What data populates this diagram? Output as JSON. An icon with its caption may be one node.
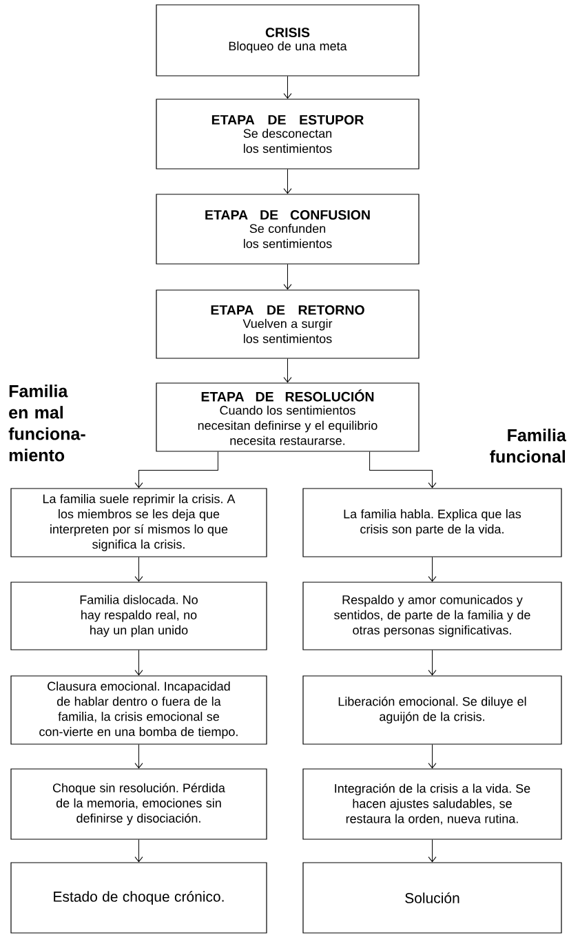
{
  "diagram": {
    "nodes": [
      {
        "text": [
          "CRISIS",
          "Bloqueo de una meta"
        ]
      },
      {
        "text": [
          "ETAPA DE ESTUPOR",
          "Se desconectan los sentimientos"
        ]
      },
      {
        "text": [
          "ETAPA DE CONFUSION",
          "Se confunden los sentimientos"
        ]
      },
      {
        "text": [
          "ETAPA DE RETORNO",
          "Vuelven a surgir los sentimientos"
        ]
      },
      {
        "text": [
          "ETAPA DE RESOLUCIÓN",
          "Cuando los sentimientos necesitan definirse y el equilibrio necesita restaurarse."
        ]
      },
      {
        "text": [
          "La familia suele reprimir la crisis. A los miembros se les deja que interpreten por sí mismos lo que significa la crisis."
        ]
      },
      {
        "text": [
          "Familia dislocada. No hay respaldo real, no hay un plan unido"
        ]
      },
      {
        "text": [
          "Clausura emocional. Incapacidad de hablar dentro o fuera de la familia, la crisis emocional se con-vierte en una bomba de tiempo."
        ]
      },
      {
        "text": [
          "Choque sin resolución. Pérdida de la memoria, emociones sin definirse y disociación."
        ]
      },
      {
        "text": [
          "Estado de choque crónico."
        ]
      },
      {
        "text": [
          "La familia habla. Explica que las crisis son parte de la vida."
        ]
      },
      {
        "text": [
          "Respaldo y amor comunicados y sentidos, de parte de la familia y de otras personas significativas."
        ]
      },
      {
        "text": [
          "Liberación emocional. Se diluye el aguijón de la crisis."
        ]
      },
      {
        "text": [
          "Integración de la crisis a la vida. Se hacen ajustes saludables, se restaura la orden, nueva rutina."
        ]
      },
      {
        "text": [
          "Solución"
        ]
      }
    ],
    "edges": [
      {
        "from": 0,
        "to": 1,
        "arrow": "to"
      },
      {
        "from": 1,
        "to": 2,
        "arrow": "to"
      },
      {
        "from": 2,
        "to": 3,
        "arrow": "to"
      },
      {
        "from": 3,
        "to": 4,
        "arrow": "to"
      },
      {
        "from": 4,
        "to": 5,
        "arrow": "to"
      },
      {
        "from": 4,
        "to": 10,
        "arrow": "to"
      },
      {
        "from": 5,
        "to": 6,
        "arrow": "to"
      },
      {
        "from": 6,
        "to": 7,
        "arrow": "to"
      },
      {
        "from": 7,
        "to": 8,
        "arrow": "to"
      },
      {
        "from": 8,
        "to": 9,
        "arrow": "to"
      },
      {
        "from": 10,
        "to": 11,
        "arrow": "to"
      },
      {
        "from": 11,
        "to": 12,
        "arrow": "to"
      },
      {
        "from": 12,
        "to": 13,
        "arrow": "to"
      },
      {
        "from": 13,
        "to": 14,
        "arrow": "to"
      }
    ],
    "labels": [
      "Familia en mal funciona-miento",
      "Familia funcional"
    ]
  }
}
